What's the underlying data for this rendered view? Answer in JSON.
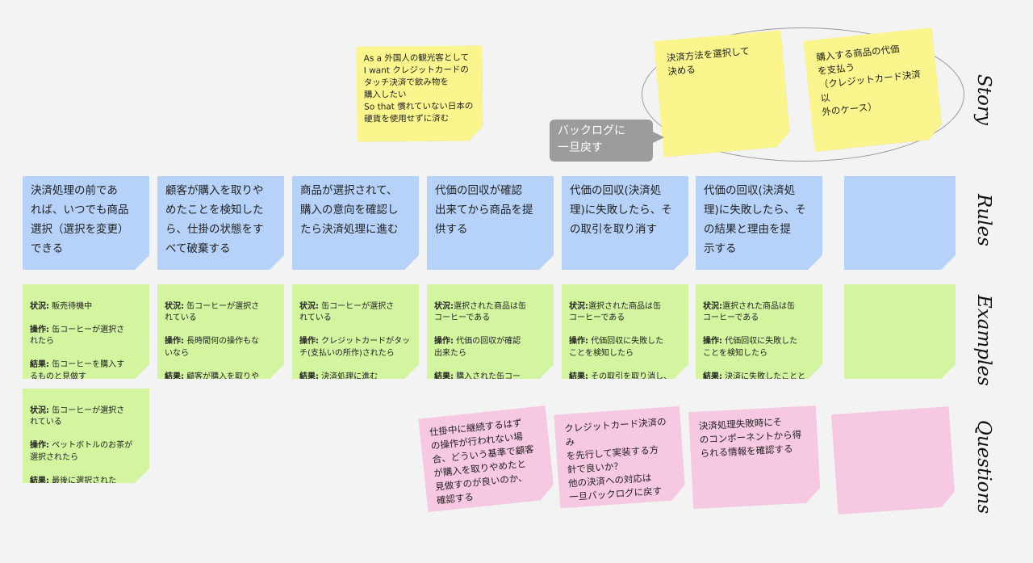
{
  "labels": {
    "story": "Story",
    "rules": "Rules",
    "examples": "Examples",
    "questions": "Questions"
  },
  "story": {
    "main": "As a 外国人の観光客として\nI want クレジットカードの\nタッチ決済で飲み物を\n購入したい\nSo that 慣れていない日本の\n硬貨を使用せずに済む",
    "sub1": "決済方法を選択して\n決める",
    "sub2": "購入する商品の代価\nを支払う\n（クレジットカード決済以\n外のケース）",
    "callout": "バックログに\n一旦戻す"
  },
  "rules": [
    "決済処理の前であ\nれば、いつでも商品\n選択（選択を変更）\nできる",
    "顧客が購入を取りや\nめたことを検知した\nら、仕掛の状態をす\nべて破棄する",
    "商品が選択されて、\n購入の意向を確認し\nたら決済処理に進む",
    "代価の回収が確認\n出来てから商品を提\n供する",
    "代価の回収(決済処\n理)に失敗したら、そ\nの取引を取り消す",
    "代価の回収(決済処\n理)に失敗したら、そ\nの結果と理由を提\n示する",
    ""
  ],
  "examples": [
    {
      "situation_label": "状況:",
      "situation": " 販売待機中",
      "action_label": "操作:",
      "action": " 缶コーヒーが選択さ\nれたら",
      "result_label": "結果:",
      "result": " 缶コーヒーを購入す\nるものと見做す"
    },
    {
      "situation_label": "状況:",
      "situation": " 缶コーヒーが選択さ\nれている",
      "action_label": "操作:",
      "action": " 長時間何の操作もな\nいなら",
      "result_label": "結果:",
      "result": " 顧客が購入を取りや\nめたと見做し、仕掛の状態\nをすべて破棄する"
    },
    {
      "situation_label": "状況:",
      "situation": " 缶コーヒーが選択さ\nれている",
      "action_label": "操作:",
      "action": " クレジットカードがタッ\nチ(支払いの所作)されたら",
      "result_label": "結果:",
      "result": " 決済処理に進む"
    },
    {
      "situation_label": "状況:",
      "situation": "選択された商品は缶\nコーヒーである",
      "action_label": "操作:",
      "action": " 代価の回収が確認\n出来たら",
      "result_label": "結果:",
      "result": " 購入された缶コー\nヒーを提供する(取り出し可\nにする)"
    },
    {
      "situation_label": "状況:",
      "situation": "選択された商品は缶\nコーヒーである",
      "action_label": "操作:",
      "action": " 代価回収に失敗した\nことを検知したら",
      "result_label": "結果:",
      "result": " その取引を取り消し、\n仕掛の状態をすべて破棄\nする"
    },
    {
      "situation_label": "状況:",
      "situation": "選択された商品は缶\nコーヒーである",
      "action_label": "操作:",
      "action": " 代価回収に失敗した\nことを検知したら",
      "result_label": "結果:",
      "result": " 決済に失敗したことと\nその理由を提示する"
    },
    {
      "situation_label": "",
      "situation": "",
      "action_label": "",
      "action": "",
      "result_label": "",
      "result": ""
    },
    {
      "situation_label": "状況:",
      "situation": " 缶コーヒーが選択さ\nれている",
      "action_label": "操作:",
      "action": " ペットボトルのお茶が\n選択されたら",
      "result_label": "結果:",
      "result": " 最後に選択された\nペットボトルのお茶に選択が\n変更されたと見做す"
    }
  ],
  "questions": [
    "仕掛中に継続するはず\nの操作が行われない場\n合、どういう基準で顧客\nが購入を取りやめたと\n見做すのが良いのか、\n確認する",
    "クレジットカード決済のみ\nを先行して実装する方\n針で良いか？\n他の決済への対応は\n一旦バックログに戻す",
    "決済処理失敗時にそ\nのコンポーネントから得\nられる情報を確認する",
    ""
  ],
  "colors": {
    "rule": "#b7d2f8",
    "example": "#d3f5a0",
    "question": "#f7c8e2",
    "story": "#faf58c",
    "callout": "#9c9c9c"
  }
}
